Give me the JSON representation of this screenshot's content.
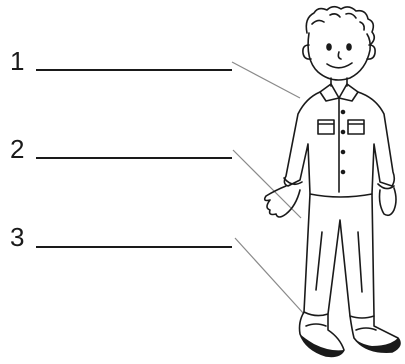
{
  "labels": [
    {
      "number": "1"
    },
    {
      "number": "2"
    },
    {
      "number": "3"
    }
  ]
}
